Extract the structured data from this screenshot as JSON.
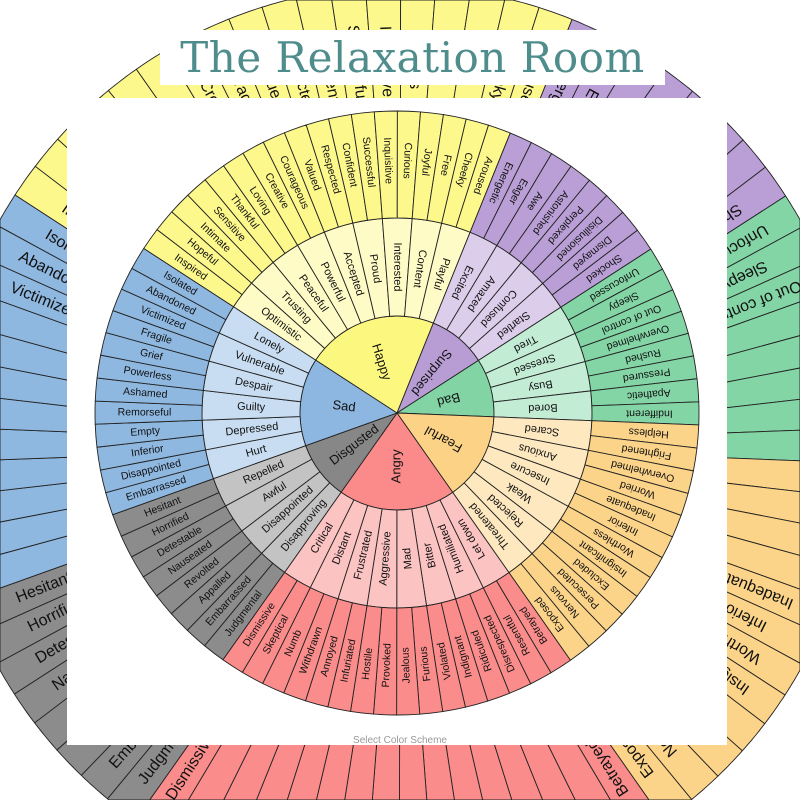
{
  "title": "The Relaxation Room",
  "footer": {
    "select_scheme": "Select Color Scheme"
  },
  "wheel": {
    "categories": [
      {
        "name": "Happy",
        "color": "#fcf77e",
        "outer": "#fdf88c",
        "light": "#fefbc6",
        "secondary": [
          {
            "name": "Optimistic",
            "tertiary": [
              "Inspired",
              "Hopeful"
            ]
          },
          {
            "name": "Trusting",
            "tertiary": [
              "Intimate",
              "Sensitive"
            ]
          },
          {
            "name": "Peaceful",
            "tertiary": [
              "Thankful",
              "Loving"
            ]
          },
          {
            "name": "Powerful",
            "tertiary": [
              "Creative",
              "Courageous"
            ]
          },
          {
            "name": "Accepted",
            "tertiary": [
              "Valued",
              "Respected"
            ]
          },
          {
            "name": "Proud",
            "tertiary": [
              "Confident",
              "Successful"
            ]
          },
          {
            "name": "Interested",
            "tertiary": [
              "Inquisitive",
              "Curious"
            ]
          },
          {
            "name": "Content",
            "tertiary": [
              "Joyful",
              "Free"
            ]
          },
          {
            "name": "Playful",
            "tertiary": [
              "Cheeky",
              "Aroused"
            ]
          }
        ]
      },
      {
        "name": "Surprised",
        "color": "#b89dd4",
        "outer": "#b99fd6",
        "light": "#dccdeb",
        "secondary": [
          {
            "name": "Excited",
            "tertiary": [
              "Energetic",
              "Eager"
            ]
          },
          {
            "name": "Amazed",
            "tertiary": [
              "Awe",
              "Astonished"
            ]
          },
          {
            "name": "Confused",
            "tertiary": [
              "Perplexed",
              "Disillusioned"
            ]
          },
          {
            "name": "Startled",
            "tertiary": [
              "Dismayed",
              "Shocked"
            ]
          }
        ]
      },
      {
        "name": "Bad",
        "color": "#82d4a5",
        "outer": "#84d5a6",
        "light": "#c3ecd5",
        "secondary": [
          {
            "name": "Tired",
            "tertiary": [
              "Unfocussed",
              "Sleepy"
            ]
          },
          {
            "name": "Stressed",
            "tertiary": [
              "Out of control",
              "Overwhelmed"
            ]
          },
          {
            "name": "Busy",
            "tertiary": [
              "Rushed",
              "Pressured"
            ]
          },
          {
            "name": "Bored",
            "tertiary": [
              "Apathetic",
              "Indifferent"
            ]
          }
        ]
      },
      {
        "name": "Fearful",
        "color": "#fcd386",
        "outer": "#fcd489",
        "light": "#fde8bf",
        "secondary": [
          {
            "name": "Scared",
            "tertiary": [
              "Helpless",
              "Frightened"
            ]
          },
          {
            "name": "Anxious",
            "tertiary": [
              "Overwhelmed",
              "Worried"
            ]
          },
          {
            "name": "Insecure",
            "tertiary": [
              "Inadequate",
              "Inferior"
            ]
          },
          {
            "name": "Weak",
            "tertiary": [
              "Worthless",
              "Insignificant"
            ]
          },
          {
            "name": "Rejected",
            "tertiary": [
              "Excluded",
              "Persecuted"
            ]
          },
          {
            "name": "Threatened",
            "tertiary": [
              "Nervous",
              "Exposed"
            ]
          }
        ]
      },
      {
        "name": "Angry",
        "color": "#fa8b8a",
        "outer": "#fa8d8c",
        "light": "#fcc3c3",
        "secondary": [
          {
            "name": "Let down",
            "tertiary": [
              "Betrayed",
              "Resentful"
            ]
          },
          {
            "name": "Humiliated",
            "tertiary": [
              "Disrespected",
              "Ridiculed"
            ]
          },
          {
            "name": "Bitter",
            "tertiary": [
              "Indignant",
              "Violated"
            ]
          },
          {
            "name": "Mad",
            "tertiary": [
              "Furious",
              "Jealous"
            ]
          },
          {
            "name": "Aggressive",
            "tertiary": [
              "Provoked",
              "Hostile"
            ]
          },
          {
            "name": "Frustrated",
            "tertiary": [
              "Infuriated",
              "Annoyed"
            ]
          },
          {
            "name": "Distant",
            "tertiary": [
              "Withdrawn",
              "Numb"
            ]
          },
          {
            "name": "Critical",
            "tertiary": [
              "Skeptical",
              "Dismissive"
            ]
          }
        ]
      },
      {
        "name": "Disgusted",
        "color": "#878787",
        "outer": "#8c8c8c",
        "light": "#c3c3c3",
        "secondary": [
          {
            "name": "Disapproving",
            "tertiary": [
              "Judgmental",
              "Embarrassed"
            ]
          },
          {
            "name": "Disappointed",
            "tertiary": [
              "Appalled",
              "Revolted"
            ]
          },
          {
            "name": "Awful",
            "tertiary": [
              "Nauseated",
              "Detestable"
            ]
          },
          {
            "name": "Repelled",
            "tertiary": [
              "Horrified",
              "Hesitant"
            ]
          }
        ]
      },
      {
        "name": "Sad",
        "color": "#8db7e0",
        "outer": "#8fb8e1",
        "light": "#c8ddf2",
        "secondary": [
          {
            "name": "Hurt",
            "tertiary": [
              "Embarrassed",
              "Disappointed"
            ]
          },
          {
            "name": "Depressed",
            "tertiary": [
              "Inferior",
              "Empty"
            ]
          },
          {
            "name": "Guilty",
            "tertiary": [
              "Remorseful",
              "Ashamed"
            ]
          },
          {
            "name": "Despair",
            "tertiary": [
              "Powerless",
              "Grief"
            ]
          },
          {
            "name": "Vulnerable",
            "tertiary": [
              "Fragile",
              "Victimized"
            ]
          },
          {
            "name": "Lonely",
            "tertiary": [
              "Abandoned",
              "Isolated"
            ]
          }
        ]
      }
    ]
  }
}
